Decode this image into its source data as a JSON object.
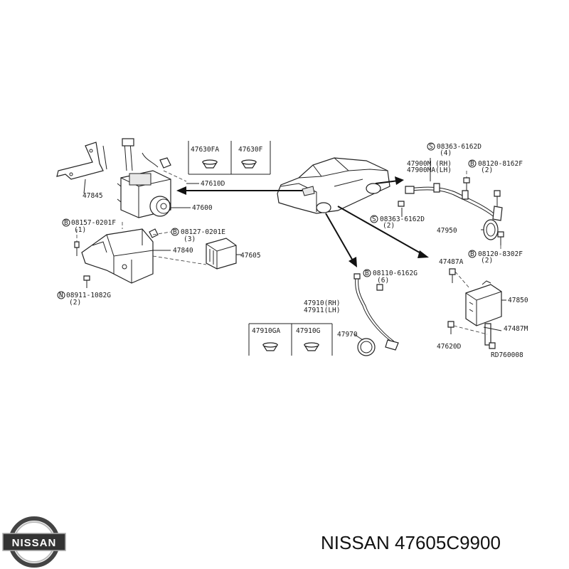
{
  "parts": {
    "p47845": "47845",
    "p47610D": "47610D",
    "p47600": "47600",
    "p47630FA": "47630FA",
    "p47630F": "47630F",
    "b08157": "08157-0201F",
    "b08157q": "(1)",
    "b08127": "08127-0201E",
    "b08127q": "(3)",
    "p47840": "47840",
    "p47605": "47605",
    "n08911": "08911-1082G",
    "n08911q": "(2)",
    "s08363a": "08363-6162D",
    "s08363aq": "(4)",
    "p47900M": "47900M (RH)",
    "p47900MA": "47900MA(LH)",
    "b08120a": "08120-8162F",
    "b08120aq": "(2)",
    "s08363b": "08363-6162D",
    "s08363bq": "(2)",
    "p47950": "47950",
    "b08120b": "08120-8302F",
    "b08120bq": "(2)",
    "p47487A": "47487A",
    "b08110": "08110-6162G",
    "b08110q": "(6)",
    "p47910": "47910(RH)",
    "p47911": "47911(LH)",
    "p47850": "47850",
    "p47910GA": "47910GA",
    "p47910G": "47910G",
    "p47970": "47970",
    "p47487M": "47487M",
    "p47620D": "47620D",
    "ref": "RD760008"
  },
  "markers": {
    "s": "S",
    "b": "B",
    "n": "N"
  },
  "footer": {
    "brand_logo": "NISSAN",
    "part_caption": "NISSAN 47605C9900"
  },
  "colors": {
    "line": "#222222",
    "background": "#ffffff",
    "logo_fill": "#333333"
  }
}
